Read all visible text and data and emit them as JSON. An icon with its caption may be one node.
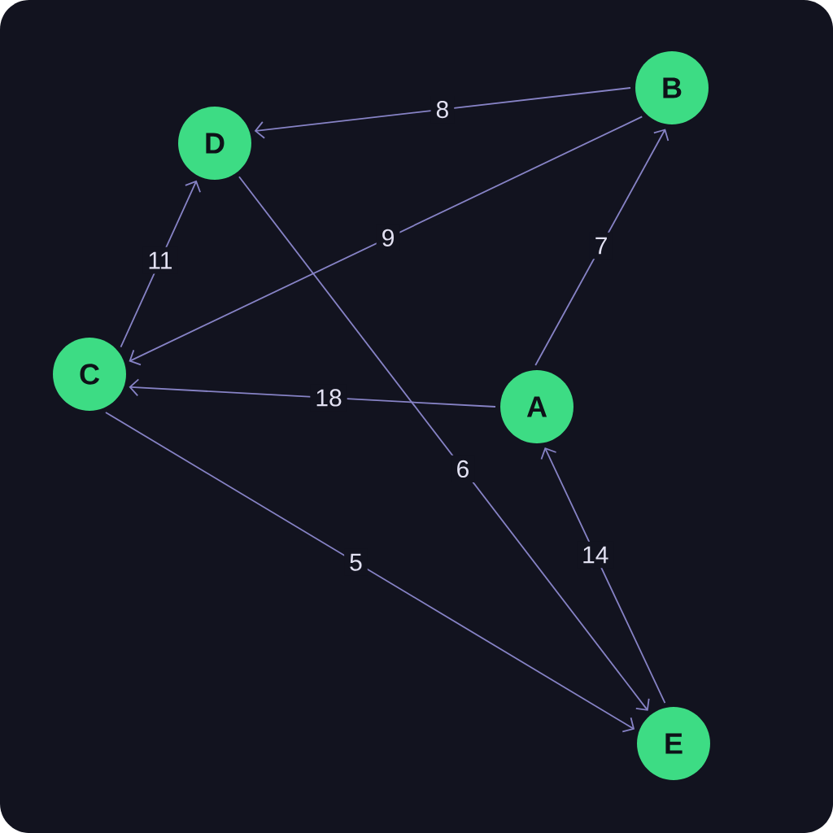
{
  "diagram": {
    "nodes": [
      {
        "text": [
          "D"
        ]
      },
      {
        "text": [
          "B"
        ]
      },
      {
        "text": [
          "C"
        ]
      },
      {
        "text": [
          "A"
        ]
      },
      {
        "text": [
          "E"
        ]
      }
    ],
    "edges": [
      {
        "from": 1,
        "to": 0,
        "arrow": "to",
        "label": "8"
      },
      {
        "from": 1,
        "to": 2,
        "arrow": "to",
        "label": "9"
      },
      {
        "from": 3,
        "to": 1,
        "arrow": "to",
        "label": "7"
      },
      {
        "from": 2,
        "to": 0,
        "arrow": "to",
        "label": "11"
      },
      {
        "from": 3,
        "to": 2,
        "arrow": "to",
        "label": "18"
      },
      {
        "from": 0,
        "to": 4,
        "arrow": "to",
        "label": "6"
      },
      {
        "from": 2,
        "to": 4,
        "arrow": "to",
        "label": "5"
      },
      {
        "from": 4,
        "to": 3,
        "arrow": "to",
        "label": "14"
      }
    ]
  }
}
